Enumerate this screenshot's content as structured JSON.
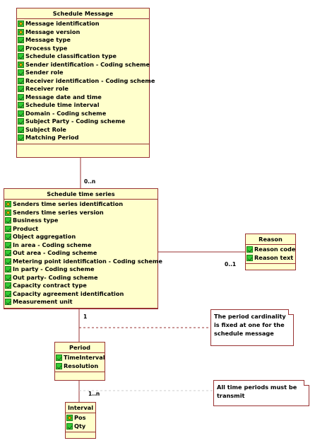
{
  "classes": {
    "schedule_message": {
      "title": "Schedule Message",
      "attributes": [
        {
          "label": "Message identification",
          "icon": "key-attribute-icon"
        },
        {
          "label": "Message version",
          "icon": "key-attribute-icon"
        },
        {
          "label": "Message type",
          "icon": "attribute-icon"
        },
        {
          "label": "Process type",
          "icon": "attribute-icon"
        },
        {
          "label": "Schedule classification type",
          "icon": "attribute-icon"
        },
        {
          "label": "Sender identification - Coding scheme",
          "icon": "key-attribute-icon"
        },
        {
          "label": "Sender role",
          "icon": "attribute-icon"
        },
        {
          "label": "Receiver identification -  Coding scheme",
          "icon": "attribute-icon"
        },
        {
          "label": "Receiver role",
          "icon": "attribute-icon"
        },
        {
          "label": "Message date and time",
          "icon": "attribute-icon"
        },
        {
          "label": "Schedule time interval",
          "icon": "attribute-icon"
        },
        {
          "label": "Domain - Coding scheme",
          "icon": "attribute-icon"
        },
        {
          "label": "Subject Party - Coding scheme",
          "icon": "attribute-icon"
        },
        {
          "label": "Subject Role",
          "icon": "attribute-icon"
        },
        {
          "label": "Matching Period",
          "icon": "attribute-icon"
        }
      ]
    },
    "schedule_time_series": {
      "title": "Schedule time series",
      "attributes": [
        {
          "label": "Senders time series identification",
          "icon": "key-attribute-icon"
        },
        {
          "label": "Senders time series version",
          "icon": "key-attribute-icon"
        },
        {
          "label": "Business type",
          "icon": "attribute-icon"
        },
        {
          "label": "Product",
          "icon": "attribute-icon"
        },
        {
          "label": "Object aggregation",
          "icon": "attribute-icon"
        },
        {
          "label": "In area - Coding scheme",
          "icon": "attribute-icon"
        },
        {
          "label": "Out area - Coding scheme",
          "icon": "attribute-icon"
        },
        {
          "label": "Metering point identification - Coding scheme",
          "icon": "attribute-icon"
        },
        {
          "label": "In party - Coding scheme",
          "icon": "attribute-icon"
        },
        {
          "label": "Out party- Coding scheme",
          "icon": "attribute-icon"
        },
        {
          "label": "Capacity contract type",
          "icon": "attribute-icon"
        },
        {
          "label": "Capacity agreement identification",
          "icon": "attribute-icon"
        },
        {
          "label": "Measurement unit",
          "icon": "attribute-icon"
        }
      ]
    },
    "reason": {
      "title": "Reason",
      "attributes": [
        {
          "label": "Reason code",
          "icon": "attribute-icon"
        },
        {
          "label": "Reason text",
          "icon": "attribute-icon"
        }
      ]
    },
    "period": {
      "title": "Period",
      "attributes": [
        {
          "label": "TimeInterval",
          "icon": "attribute-icon"
        },
        {
          "label": "Resolution",
          "icon": "attribute-icon"
        }
      ]
    },
    "interval": {
      "title": "Interval",
      "attributes": [
        {
          "label": "Pos",
          "icon": "key-attribute-icon"
        },
        {
          "label": "Qty",
          "icon": "attribute-icon"
        }
      ]
    }
  },
  "multiplicities": {
    "message_to_series": "0..n",
    "series_to_reason": "0..1",
    "series_to_period": "1",
    "period_to_interval": "1..n"
  },
  "notes": {
    "period_note": [
      "The period cardinality",
      "is fixed at one for the",
      "schedule message"
    ],
    "interval_note": [
      "All time periods must be",
      "transmit"
    ]
  },
  "colors": {
    "class_fill": "#ffffcc",
    "class_border": "#993333",
    "attribute_icon": "#33cc33"
  }
}
